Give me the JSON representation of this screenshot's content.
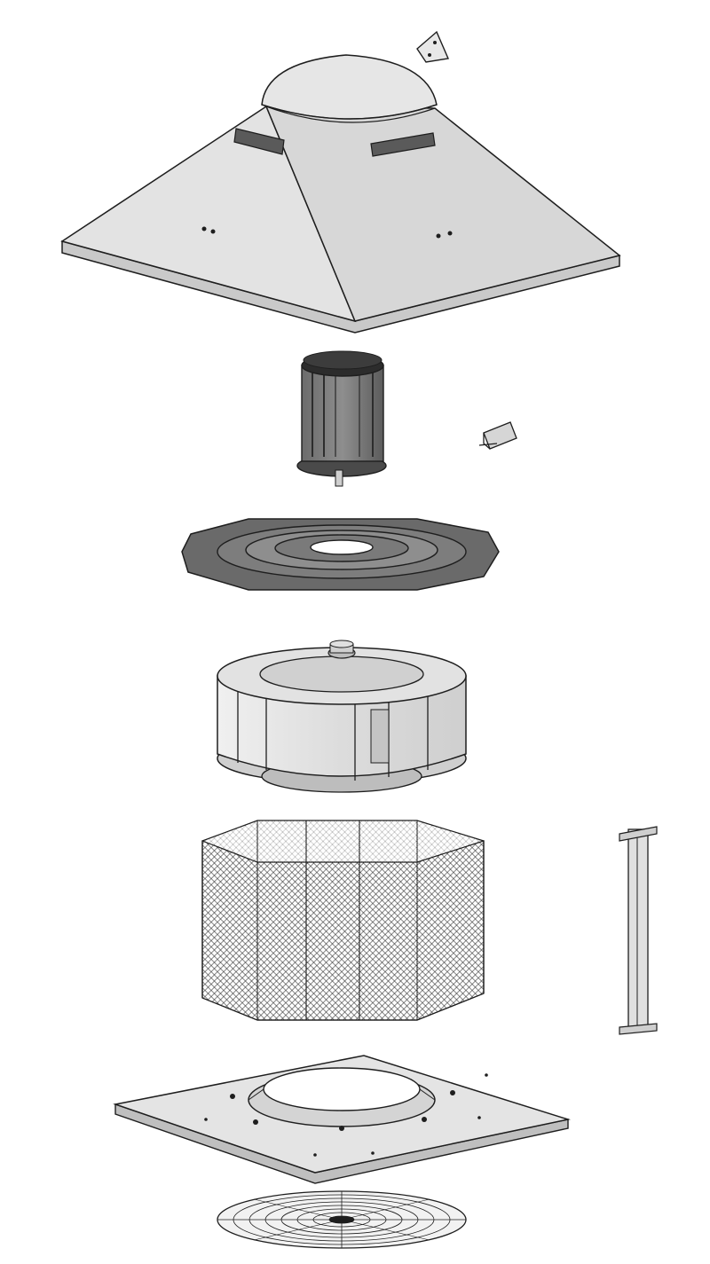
{
  "figure": {
    "kind": "exploded assembly view",
    "colors": {
      "background": "#ffffff",
      "outline": "#1e1e1e",
      "light_metal": "#dedede",
      "mid_metal": "#bdbdbd",
      "dark_metal": "#5a5a5a",
      "motor_body": "#7a7a7a"
    },
    "components": [
      {
        "id": "hood-cover",
        "icon": "pyramid-hood-icon"
      },
      {
        "id": "hood-clip",
        "icon": "triangular-bracket-icon"
      },
      {
        "id": "motor",
        "icon": "electric-motor-icon"
      },
      {
        "id": "motor-bracket",
        "icon": "small-bracket-icon"
      },
      {
        "id": "motor-plate",
        "icon": "octagonal-plate-icon"
      },
      {
        "id": "impeller",
        "icon": "centrifugal-impeller-icon"
      },
      {
        "id": "mesh-guard",
        "icon": "octagonal-mesh-cage-icon"
      },
      {
        "id": "support-post",
        "icon": "vertical-post-icon"
      },
      {
        "id": "base-plate",
        "icon": "square-base-plate-icon"
      },
      {
        "id": "inlet-grille",
        "icon": "circular-grille-icon"
      }
    ]
  }
}
